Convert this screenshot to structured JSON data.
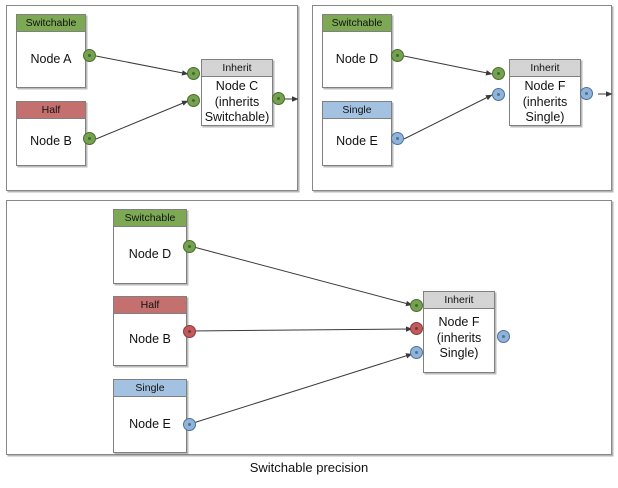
{
  "diagram": {
    "caption": "Switchable precision",
    "colors": {
      "switchable": "#7DA954",
      "half": "#C4706E",
      "single": "#A3C1E0",
      "inherit": "#D4D4D4",
      "port_green": "#74A24E",
      "port_red": "#C05A5B",
      "port_blue": "#8FB4DC",
      "panel_border": "#888888",
      "edge": "#3a3a3a"
    },
    "panels": [
      {
        "id": "top-left",
        "nodes": [
          {
            "id": "node-a",
            "header": "Switchable",
            "body": "Node A"
          },
          {
            "id": "node-b",
            "header": "Half",
            "body": "Node B"
          },
          {
            "id": "node-c",
            "header": "Inherit",
            "body": "Node C\n(inherits\nSwitchable)"
          }
        ],
        "ports": [
          {
            "id": "node-a-out",
            "color": "green"
          },
          {
            "id": "node-b-out",
            "color": "green"
          },
          {
            "id": "node-c-in-1",
            "color": "green"
          },
          {
            "id": "node-c-in-2",
            "color": "green"
          },
          {
            "id": "node-c-out",
            "color": "green"
          }
        ],
        "edges": [
          {
            "from": "node-a-out",
            "to": "node-c-in-1"
          },
          {
            "from": "node-b-out",
            "to": "node-c-in-2"
          },
          {
            "from": "node-c-out",
            "to": "open"
          }
        ]
      },
      {
        "id": "top-right",
        "nodes": [
          {
            "id": "node-d",
            "header": "Switchable",
            "body": "Node D"
          },
          {
            "id": "node-e",
            "header": "Single",
            "body": "Node E"
          },
          {
            "id": "node-f",
            "header": "Inherit",
            "body": "Node F\n(inherits\nSingle)"
          }
        ],
        "ports": [
          {
            "id": "node-d-out",
            "color": "green"
          },
          {
            "id": "node-e-out",
            "color": "blue"
          },
          {
            "id": "node-f-in-1",
            "color": "green"
          },
          {
            "id": "node-f-in-2",
            "color": "blue"
          },
          {
            "id": "node-f-out",
            "color": "blue"
          }
        ],
        "edges": [
          {
            "from": "node-d-out",
            "to": "node-f-in-1"
          },
          {
            "from": "node-e-out",
            "to": "node-f-in-2"
          },
          {
            "from": "node-f-out",
            "to": "open"
          }
        ]
      },
      {
        "id": "bottom",
        "nodes": [
          {
            "id": "node-d2",
            "header": "Switchable",
            "body": "Node D"
          },
          {
            "id": "node-b2",
            "header": "Half",
            "body": "Node B"
          },
          {
            "id": "node-e2",
            "header": "Single",
            "body": "Node E"
          },
          {
            "id": "node-f2",
            "header": "Inherit",
            "body": "Node F\n(inherits\nSingle)"
          }
        ],
        "ports": [
          {
            "id": "node-d2-out",
            "color": "green"
          },
          {
            "id": "node-b2-out",
            "color": "red"
          },
          {
            "id": "node-e2-out",
            "color": "blue"
          },
          {
            "id": "node-f2-in-1",
            "color": "green"
          },
          {
            "id": "node-f2-in-2",
            "color": "red"
          },
          {
            "id": "node-f2-in-3",
            "color": "blue"
          },
          {
            "id": "node-f2-out",
            "color": "blue"
          }
        ],
        "edges": [
          {
            "from": "node-d2-out",
            "to": "node-f2-in-1"
          },
          {
            "from": "node-b2-out",
            "to": "node-f2-in-2"
          },
          {
            "from": "node-e2-out",
            "to": "node-f2-in-3"
          }
        ]
      }
    ],
    "labels": {
      "switchable": "Switchable",
      "half": "Half",
      "single": "Single",
      "inherit": "Inherit",
      "node_a": "Node A",
      "node_b": "Node B",
      "node_c": "Node C\n(inherits\nSwitchable)",
      "node_d": "Node D",
      "node_e": "Node E",
      "node_f": "Node F\n(inherits\nSingle)"
    }
  }
}
